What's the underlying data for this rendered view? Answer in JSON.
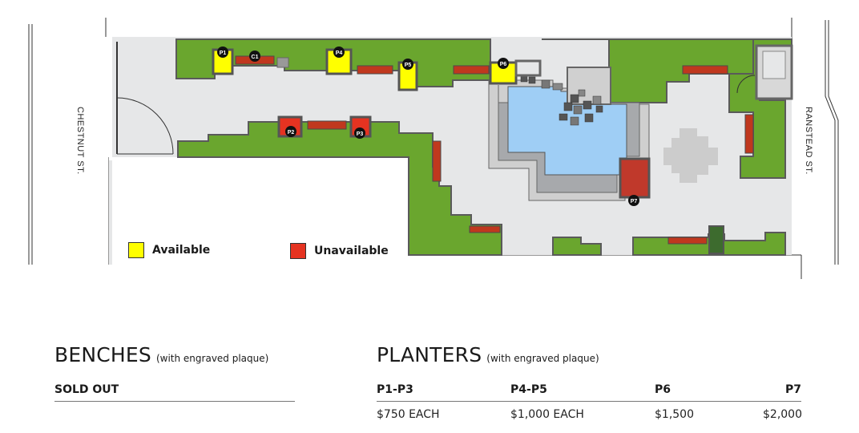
{
  "map": {
    "streets": {
      "left": "CHESTNUT ST.",
      "right": "RANSTEAD ST."
    },
    "markers": [
      {
        "id": "P1",
        "status": "available"
      },
      {
        "id": "C1",
        "status": "unavailable"
      },
      {
        "id": "P4",
        "status": "available"
      },
      {
        "id": "P5",
        "status": "available"
      },
      {
        "id": "P6",
        "status": "available"
      },
      {
        "id": "P2",
        "status": "unavailable"
      },
      {
        "id": "P3",
        "status": "unavailable"
      },
      {
        "id": "P7",
        "status": "unavailable"
      }
    ],
    "colors": {
      "lawn": "#6aa62e",
      "paving": "#e6e7e8",
      "water": "#9fcef5",
      "available": "#ffff00",
      "unavailable": "#e53321",
      "bench": "#c0381e",
      "wall": "#777777"
    }
  },
  "legend": {
    "available_label": "Available",
    "unavailable_label": "Unavailable"
  },
  "benches": {
    "title": "BENCHES",
    "subtitle": "(with engraved plaque)",
    "status": "SOLD OUT"
  },
  "planters": {
    "title": "PLANTERS",
    "subtitle": "(with engraved plaque)",
    "columns": [
      "P1-P3",
      "P4-P5",
      "P6",
      "P7"
    ],
    "prices": [
      "$750 EACH",
      "$1,000 EACH",
      "$1,500",
      "$2,000"
    ]
  }
}
